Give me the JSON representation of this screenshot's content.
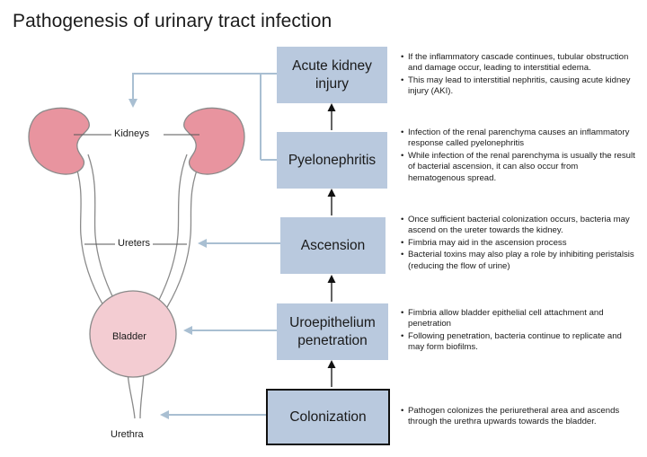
{
  "title": "Pathogenesis of urinary tract infection",
  "colors": {
    "box_fill": "#b9c9de",
    "kidney_fill": "#e8949f",
    "bladder_fill": "#f3ccd2",
    "arrow": "#a9bfd2",
    "organ_stroke": "#8a8a8a"
  },
  "anatomy": {
    "kidneys": "Kidneys",
    "ureters": "Ureters",
    "bladder": "Bladder",
    "urethra": "Urethra"
  },
  "stages": [
    {
      "label": "Acute kidney injury",
      "notes": [
        "If the inflammatory cascade continues, tubular obstruction and damage occur, leading to interstitial edema.",
        "This may lead to interstitial nephritis, causing acute kidney injury (AKI)."
      ]
    },
    {
      "label": "Pyelonephritis",
      "notes": [
        "Infection of the renal parenchyma causes an inflammatory response called pyelonephritis",
        "While infection of the renal parenchyma is usually the result of bacterial ascension, it can also occur from hematogenous spread."
      ]
    },
    {
      "label": "Ascension",
      "notes": [
        "Once sufficient bacterial colonization occurs, bacteria may ascend on the ureter towards the kidney.",
        "Fimbria may aid in the ascension process",
        "Bacterial toxins may also play a role by inhibiting peristalsis (reducing the flow of urine)"
      ]
    },
    {
      "label": "Uroepithelium penetration",
      "notes": [
        "Fimbria allow bladder epithelial cell attachment and penetration",
        "Following penetration, bacteria continue to replicate and may form biofilms."
      ]
    },
    {
      "label": "Colonization",
      "notes": [
        "Pathogen colonizes the periuretheral area and ascends through the urethra upwards towards the bladder."
      ]
    }
  ]
}
